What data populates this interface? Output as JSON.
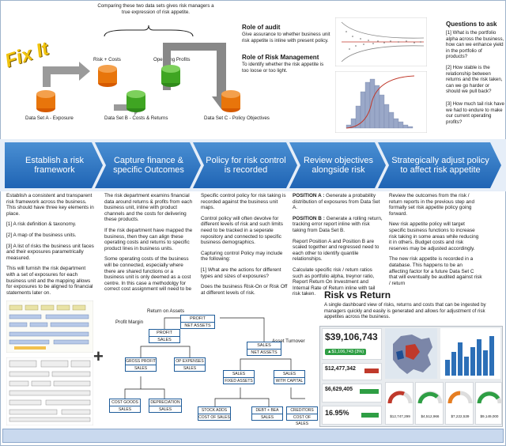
{
  "fix_it": "Fix It",
  "compare_note": "Comparing these two data sets gives risk managers a true expression of risk appetite.",
  "labels": {
    "risk_costs": "Risk + Costs",
    "operating_profits": "Operating Profits",
    "set_a": "Data Set A - Exposure",
    "set_b": "Data Set B - Costs & Returns",
    "set_c": "Data Set C - Policy Objectives"
  },
  "roles": {
    "audit_title": "Role of audit",
    "audit_text": "Give assurance to whether business unit risk appetite is inline with present policy.",
    "risk_title": "Role of Risk Management",
    "risk_text": "To identify whether the risk appetite is too loose or too light."
  },
  "questions": {
    "title": "Questions to ask",
    "q1": "[1] What is the portfolio alpha across the business, how can we enhance yield in the portfolio of products?",
    "q2": "[2] How stable is the relationship between returns and the risk taken, can we go harder or should we pull back?",
    "q3": "[3] How much tail risk have we had to endure to make our current operating profits?"
  },
  "steps": [
    "Establish a risk framework",
    "Capture finance & specific Outcomes",
    "Policy for risk control is recorded",
    "Review objectives alongside risk",
    "Strategically adjust policy to affect risk appetite"
  ],
  "col1": {
    "p1": "Establish a consistent and transparent risk framework across the business. This should have three key elements in place.",
    "p2": "[1] A risk definition & taxonomy.",
    "p3": "[2] A map of the business units.",
    "p4": "[3] A list of risks the business unit faces and their exposures parametrically measured.",
    "p5": "This will furnish the risk department with a set of exposures for each business unit and the mapping allows for exposures to be aligned to financial statements later on."
  },
  "col2": {
    "p1": "The risk department examins financial data around returns & profits from each business unit, inline with product channels and the costs for delivering these products.",
    "p2": "If the risk department have mapped the business, then they can align these operating costs and returns to specific product lines in business units.",
    "p3": "Some operating costs of the business will be connected, especially where there are shared functions or a business unit is only deemed as a cost centre. In this case a methodolgy for correct cost assignment will need to be"
  },
  "col3": {
    "p1": "Specific control policy for risk taking is recorded against the business unit maps.",
    "p2": "Control policy will often devolve for different levels of risk and such limits need to be tracked in a seperate repository and connected to specific business demographics.",
    "p3": "Capturing control Policy may include the following:",
    "p4": "[1] What are the actions for different types and sizes of exposures?",
    "p5": "Does the business Risk-On or Risk Off at different levels of risk."
  },
  "col4": {
    "p1a": "POSITION A :",
    "p1b": " Generate a probability distribution of exposures from Data Set A.",
    "p2a": "POSITION B :",
    "p2b": " Generate a rolling return, tracking error report inline with risk taking from Data Set B.",
    "p3": "Report Position A and Position B are scaled together and regressed need to each other to identify quantile relationships.",
    "p4": "Calculate specific risk / return ratios such as portfolio alpha, treynor ratio, Report Return On Investment and Internal Rate of Return inline with tail risk taken."
  },
  "col5": {
    "p1": "Review the outcomes from the risk / return reports in the previous step and formally set risk appetite policy going forward.",
    "p2": "New risk appetite policy will target specific business functions to increase risk taking in some areas while reducing it in others. Budget costs and risk reserves may be adjusted accordingly.",
    "p3": "The new risk appetite is recorded in a database. This happens to be an affecting factor for a future Data Set C that will eventually be audited against risk / return"
  },
  "tree": {
    "top_label": "Return on Assets",
    "profit": "PROFIT",
    "net_assets": "NET ASSETS",
    "profit_margin": "Profit Margin",
    "asset_turnover": "Asset Turnover",
    "sales": "SALES",
    "gross_profit": "GROSS PROFIT",
    "op_expenses": "OP EXPENSES",
    "fixed_assets": "FIXED ASSETS",
    "with_capital": "WITH CAPITAL",
    "cost_goods": "COST GOODS",
    "depreciation": "DEPRECIATION",
    "stock_adds": "STOCK ADDS",
    "cost_of_sales": "COST OF SALES",
    "debt_bea": "DEBT + BEA",
    "creditors": "CREDITORS",
    "cost_of_sales2": "COST OF SALES"
  },
  "rvr": {
    "title": "Risk vs Return",
    "text": "A single dashboard view of risks, returns and costs that can be ingested by managers quickly and easily is generated and allows for adjustment of risk appetites across the business."
  },
  "dashboard": {
    "big_value": "$39,106,743",
    "delta": "▲$1,106,743 (3%)",
    "v2": "$12,477,342",
    "v3": "$6,629,405",
    "v4": "16.95%",
    "g1": "$12,747,299",
    "g2": "$4,512,966",
    "g3": "$7,222,539",
    "g4": "$9,149,000"
  }
}
